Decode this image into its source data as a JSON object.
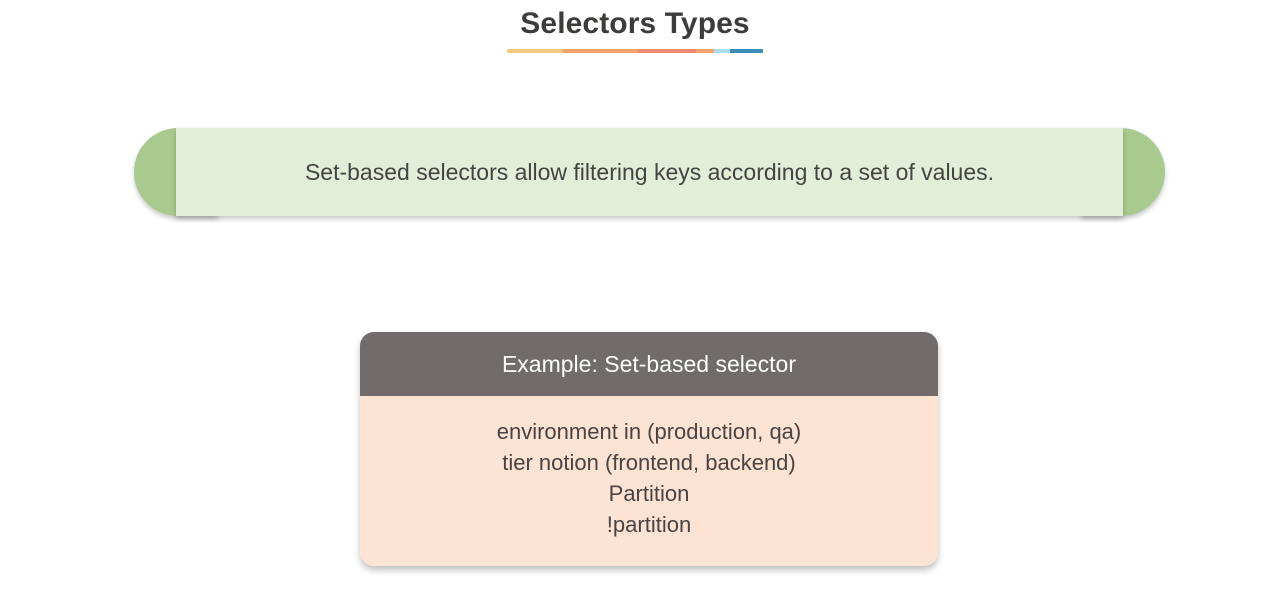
{
  "slide": {
    "title": "Selectors Types",
    "title_color": "#3c3c3b",
    "background": "#ffffff",
    "underline_segments": [
      {
        "name": "segment-yellow",
        "color": "#f9c97c"
      },
      {
        "name": "segment-orange",
        "color": "#f4a36a"
      },
      {
        "name": "segment-salmon",
        "color": "#f08a73"
      },
      {
        "name": "segment-orange-2",
        "color": "#f5a368"
      },
      {
        "name": "segment-light-blue",
        "color": "#aadcee"
      },
      {
        "name": "segment-blue",
        "color": "#3c8dbc"
      }
    ]
  },
  "banner": {
    "text": "Set-based selectors allow filtering keys according to a set of values.",
    "cap_color": "#a9ca8e",
    "body_color": "#e2eed8",
    "text_color": "#444442"
  },
  "example_card": {
    "header": "Example: Set-based selector",
    "header_bg": "#716c6b",
    "header_text_color": "#ffffff",
    "body_bg": "#fce3d4",
    "body_text_color": "#4a4341",
    "lines": [
      "environment in (production, qa)",
      "tier notion (frontend, backend)",
      "Partition",
      "!partition"
    ]
  }
}
